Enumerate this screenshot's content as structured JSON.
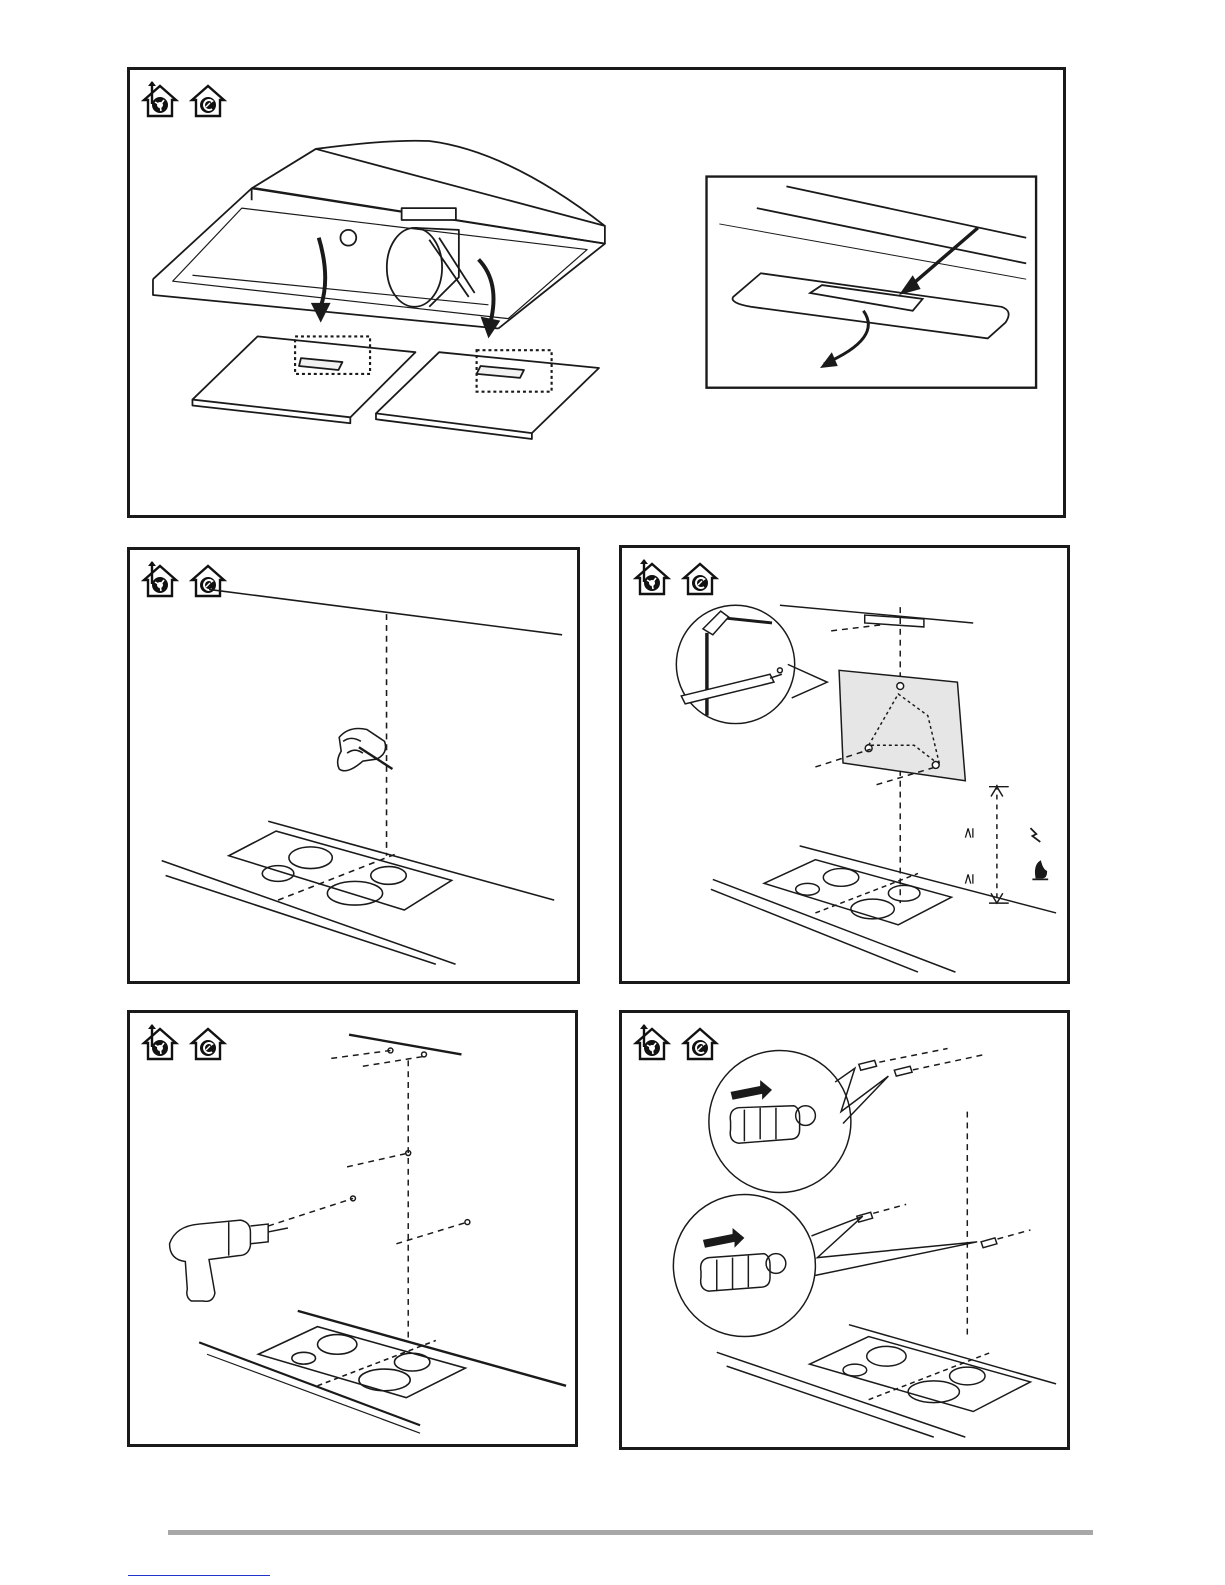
{
  "page": {
    "title": "",
    "footer_link_text": ""
  },
  "panels": [
    {
      "id": "remove-filters",
      "icons": [
        "ducted-extraction-icon",
        "recirculation-icon"
      ]
    },
    {
      "id": "mark-centre-line",
      "icons": [
        "ducted-extraction-icon",
        "recirculation-icon"
      ]
    },
    {
      "id": "template-marking",
      "icons": [
        "ducted-extraction-icon",
        "recirculation-icon"
      ],
      "symbols": {
        "ge_1": "≥",
        "ge_2": "≥",
        "electric": "electric-hob-icon",
        "gas": "gas-hob-icon"
      }
    },
    {
      "id": "drill-holes",
      "icons": [
        "ducted-extraction-icon",
        "recirculation-icon"
      ]
    },
    {
      "id": "insert-wall-plugs",
      "icons": [
        "ducted-extraction-icon",
        "recirculation-icon"
      ]
    }
  ],
  "colors": {
    "line": "#1a1a1a",
    "template_fill": "#e6e6e6",
    "footer_rule": "#a8a8a8",
    "link": "#2233cc"
  }
}
